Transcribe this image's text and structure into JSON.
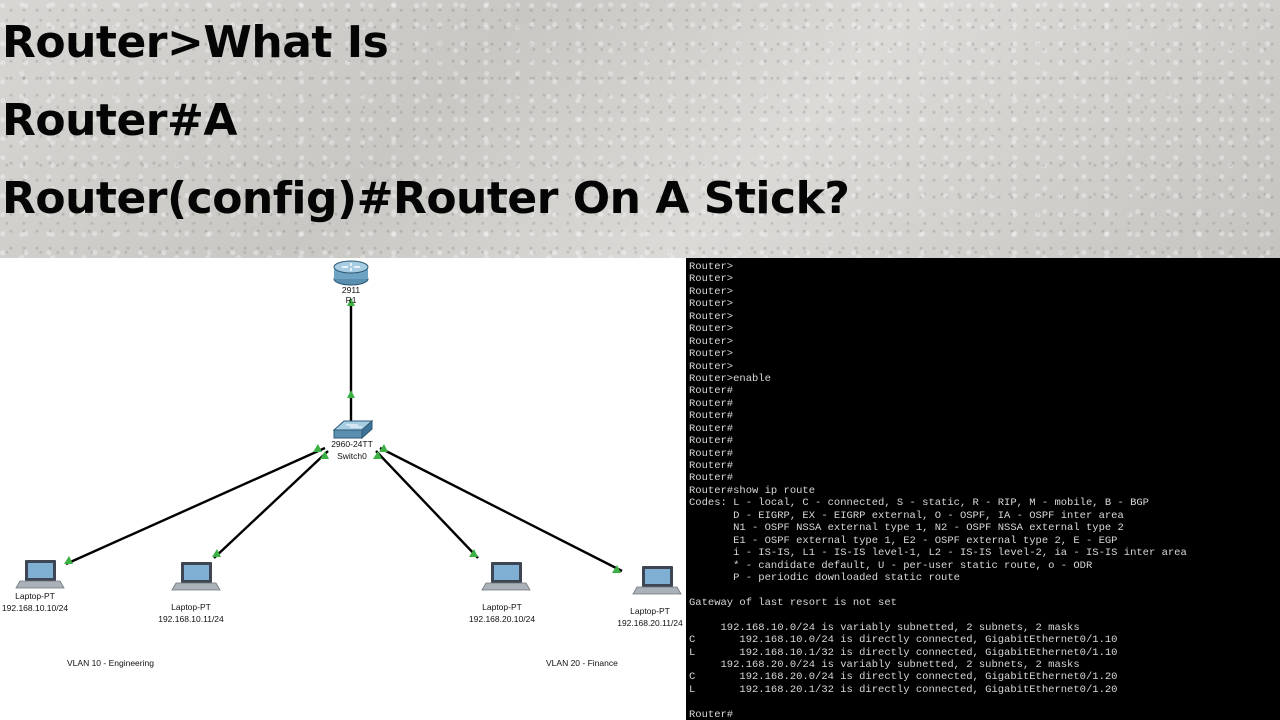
{
  "title": {
    "line1": "Router>What Is",
    "line2": "Router#A",
    "line3": "Router(config)#Router On A Stick?"
  },
  "diagram": {
    "router": {
      "model": "2911",
      "name": "R1"
    },
    "switch": {
      "model": "2960-24TT",
      "name": "Switch0"
    },
    "laptops": [
      {
        "type": "Laptop-PT",
        "ip": "192.168.10.10/24"
      },
      {
        "type": "Laptop-PT",
        "ip": "192.168.10.11/24"
      },
      {
        "type": "Laptop-PT",
        "ip": "192.168.20.10/24"
      },
      {
        "type": "Laptop-PT",
        "ip": "192.168.20.11/24"
      }
    ],
    "vlans": {
      "engineering": "VLAN 10 - Engineering",
      "finance": "VLAN 20 - Finance"
    },
    "link_color": "#000000",
    "link_status_color": "#3cb043"
  },
  "terminal": {
    "lines": [
      "Router>",
      "Router>",
      "Router>",
      "Router>",
      "Router>",
      "Router>",
      "Router>",
      "Router>",
      "Router>",
      "Router>enable",
      "Router#",
      "Router#",
      "Router#",
      "Router#",
      "Router#",
      "Router#",
      "Router#",
      "Router#",
      "Router#show ip route",
      "Codes: L - local, C - connected, S - static, R - RIP, M - mobile, B - BGP",
      "       D - EIGRP, EX - EIGRP external, O - OSPF, IA - OSPF inter area",
      "       N1 - OSPF NSSA external type 1, N2 - OSPF NSSA external type 2",
      "       E1 - OSPF external type 1, E2 - OSPF external type 2, E - EGP",
      "       i - IS-IS, L1 - IS-IS level-1, L2 - IS-IS level-2, ia - IS-IS inter area",
      "       * - candidate default, U - per-user static route, o - ODR",
      "       P - periodic downloaded static route",
      "",
      "Gateway of last resort is not set",
      "",
      "     192.168.10.0/24 is variably subnetted, 2 subnets, 2 masks",
      "C       192.168.10.0/24 is directly connected, GigabitEthernet0/1.10",
      "L       192.168.10.1/32 is directly connected, GigabitEthernet0/1.10",
      "     192.168.20.0/24 is variably subnetted, 2 subnets, 2 masks",
      "C       192.168.20.0/24 is directly connected, GigabitEthernet0/1.20",
      "L       192.168.20.1/32 is directly connected, GigabitEthernet0/1.20",
      "",
      "Router#"
    ]
  }
}
